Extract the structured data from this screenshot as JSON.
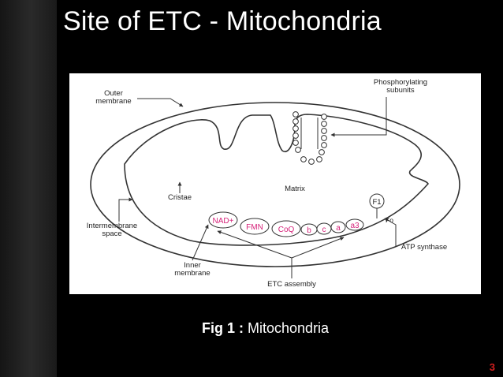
{
  "slide": {
    "title": "Site of ETC - Mitochondria",
    "caption_label": "Fig 1 :",
    "caption_text": "Mitochondria",
    "page_number": "3"
  },
  "diagram": {
    "labels": {
      "outer_membrane_1": "Outer",
      "outer_membrane_2": "membrane",
      "phosphorylating_1": "Phosphorylating",
      "phosphorylating_2": "subunits",
      "matrix": "Matrix",
      "cristae": "Cristae",
      "intermembrane_1": "Intermembrane",
      "intermembrane_2": "space",
      "inner_membrane_1": "Inner",
      "inner_membrane_2": "membrane",
      "etc_assembly": "ETC assembly",
      "atp_synthase": "ATP synthase"
    },
    "complexes": {
      "nad": "NAD+",
      "fmn": "FMN",
      "coq": "CoQ",
      "b": "b",
      "c": "c",
      "a": "a",
      "a3": "a3",
      "f1": "F1",
      "fo": "Fo"
    },
    "colors": {
      "complex_text": "#d6237a",
      "line": "#333333"
    }
  }
}
